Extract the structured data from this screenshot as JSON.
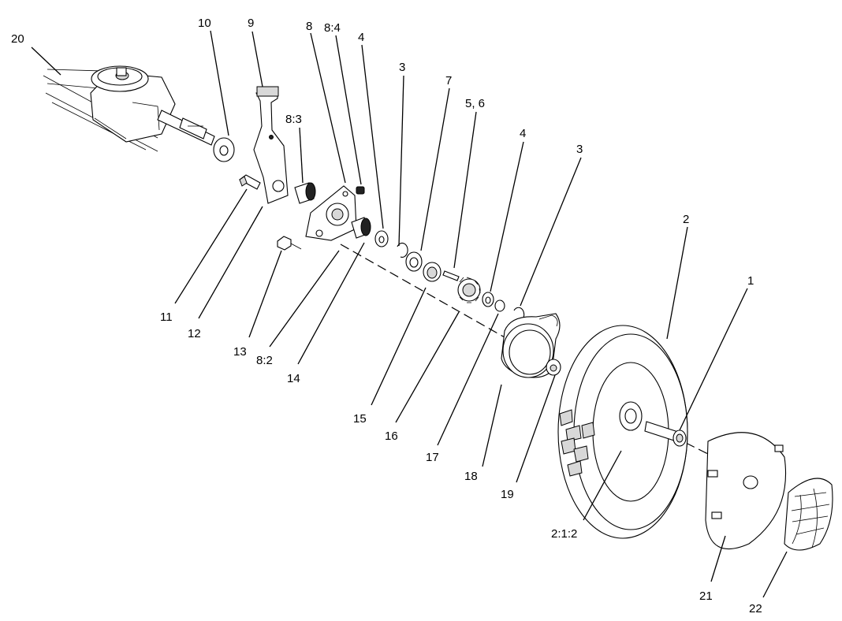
{
  "callouts": {
    "c1": "1",
    "c2": "2",
    "c2_1_2": "2:1:2",
    "c3a": "3",
    "c3b": "3",
    "c4a": "4",
    "c4b": "4",
    "c5_6": "5, 6",
    "c7": "7",
    "c8": "8",
    "c8_2": "8:2",
    "c8_3": "8:3",
    "c8_4": "8:4",
    "c9": "9",
    "c10": "10",
    "c11": "11",
    "c12": "12",
    "c13": "13",
    "c14": "14",
    "c15": "15",
    "c16": "16",
    "c17": "17",
    "c18": "18",
    "c19": "19",
    "c20": "20",
    "c21": "21",
    "c22": "22"
  }
}
